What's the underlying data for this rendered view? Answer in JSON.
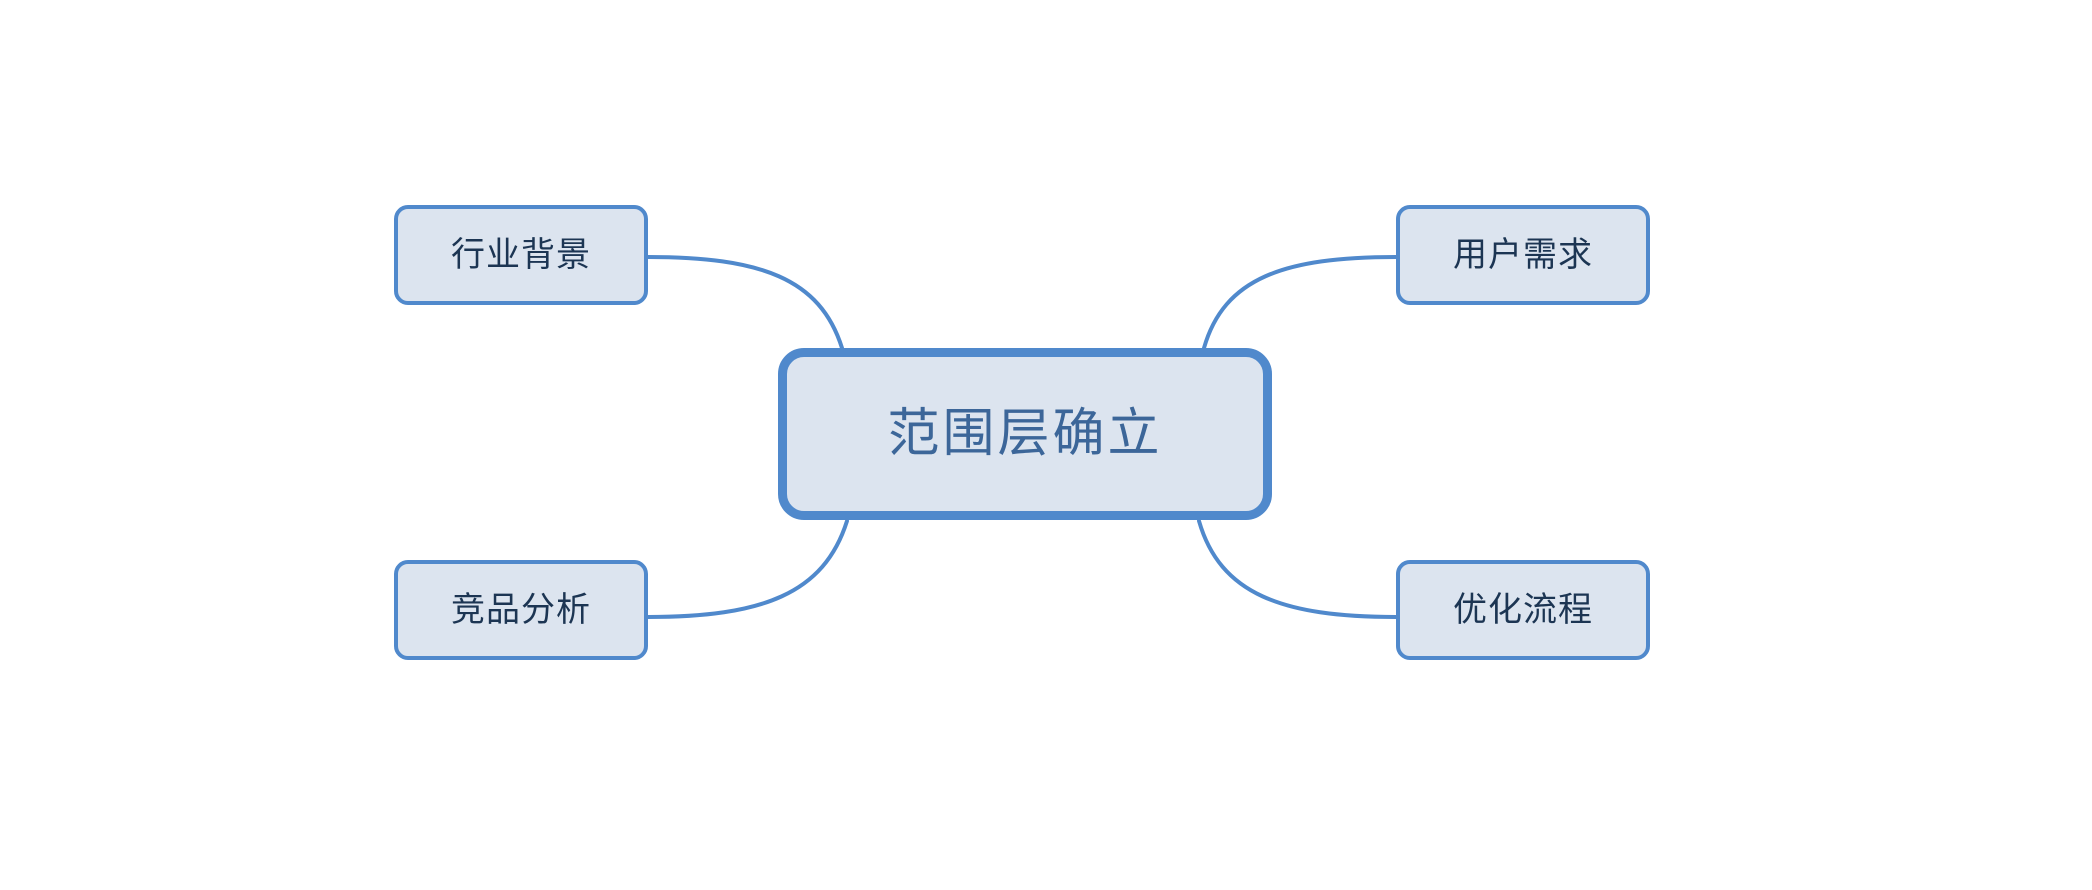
{
  "diagram": {
    "type": "mind-map",
    "background_color": "#ffffff",
    "palette": {
      "node_fill": "#dce4ef",
      "node_border": "#5089cc",
      "central_text": "#3c6699",
      "leaf_text": "#1c3553",
      "connector": "#5089cc"
    },
    "central_node": {
      "label": "范围层确立"
    },
    "branches": [
      {
        "id": "industry-background",
        "label": "行业背景",
        "position": "top-left"
      },
      {
        "id": "competitor-analysis",
        "label": "竞品分析",
        "position": "bottom-left"
      },
      {
        "id": "user-needs",
        "label": "用户需求",
        "position": "top-right"
      },
      {
        "id": "process-optimization",
        "label": "优化流程",
        "position": "bottom-right"
      }
    ]
  }
}
